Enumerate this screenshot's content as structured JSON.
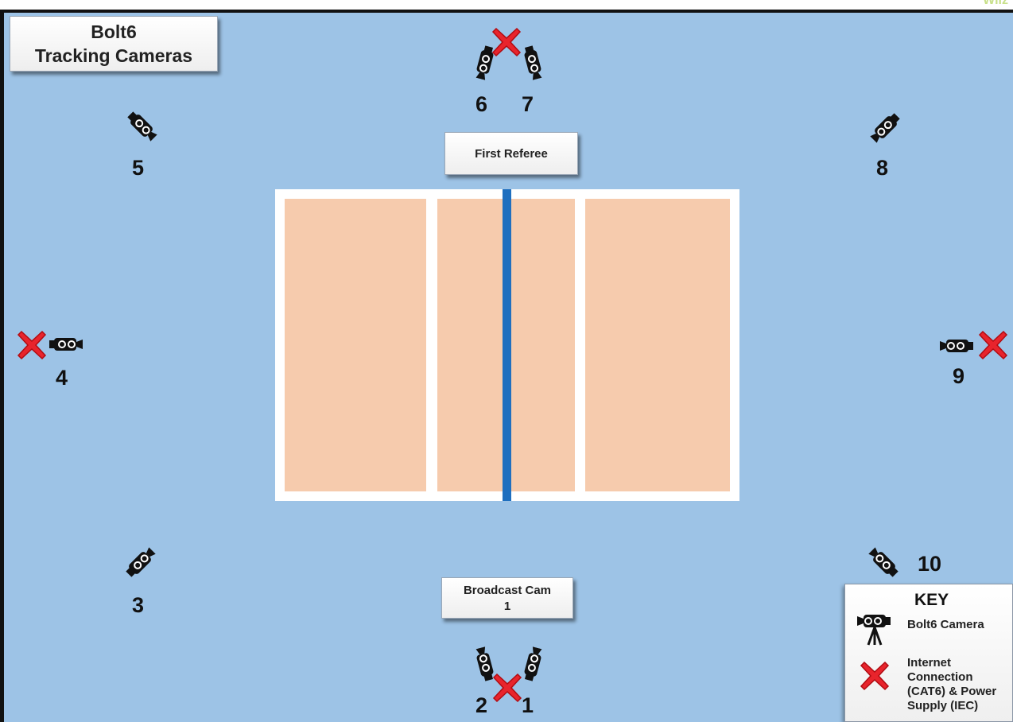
{
  "corner_tag": "Wilz",
  "title": {
    "line1": "Bolt6",
    "line2": "Tracking Cameras"
  },
  "first_referee": "First Referee",
  "broadcast_cam": {
    "line1": "Broadcast Cam",
    "line2": "1"
  },
  "cameras": {
    "c1": "1",
    "c2": "2",
    "c3": "3",
    "c4": "4",
    "c5": "5",
    "c6": "6",
    "c7": "7",
    "c8": "8",
    "c9": "9",
    "c10": "10"
  },
  "key": {
    "title": "KEY",
    "camera_label": "Bolt6 Camera",
    "connection_label": "Internet Connection (CAT6) & Power Supply (IEC)"
  },
  "colors": {
    "floor": "#9dc3e6",
    "court_zone": "#f6cbad",
    "net": "#1f6fbf",
    "x_mark": "#e8242c"
  },
  "icons": [
    "camera-icon",
    "x-mark-icon"
  ]
}
